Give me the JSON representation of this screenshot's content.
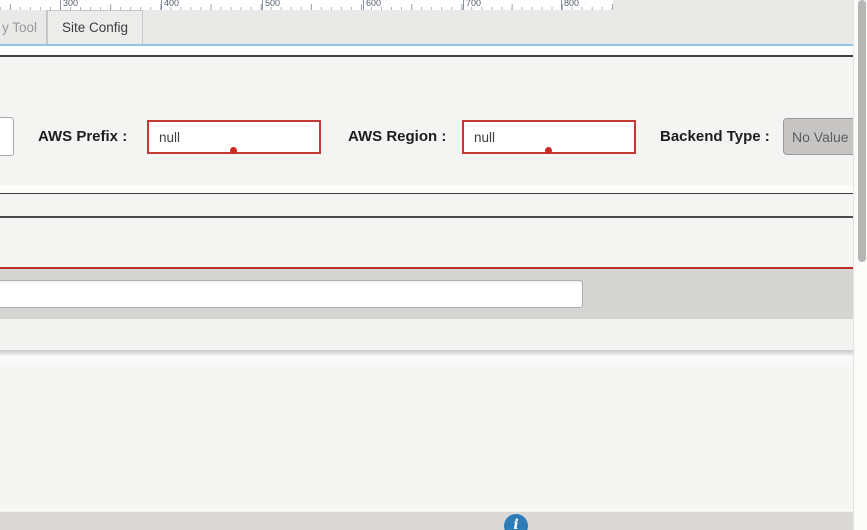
{
  "ruler": {
    "labels": [
      "300",
      "400",
      "500",
      "600",
      "700",
      "800"
    ]
  },
  "tabs": [
    {
      "label": "y Tool",
      "active": false
    },
    {
      "label": "Site Config",
      "active": true
    }
  ],
  "form": {
    "aws_prefix": {
      "label": "AWS Prefix :",
      "value": "null"
    },
    "aws_region": {
      "label": "AWS Region :",
      "value": "null"
    },
    "backend_type": {
      "label": "Backend Type :",
      "value": "No Value"
    }
  },
  "footer": {
    "info_icon": "i"
  },
  "colors": {
    "error_red": "#c23a33",
    "error_dot": "#cc2a22",
    "red_divider": "#bc2d27",
    "accent_blue": "#93c6e6",
    "info_button_blue": "#2e7cb5",
    "dark_divider": "#414141",
    "gray_band": "#d5d5d4"
  }
}
